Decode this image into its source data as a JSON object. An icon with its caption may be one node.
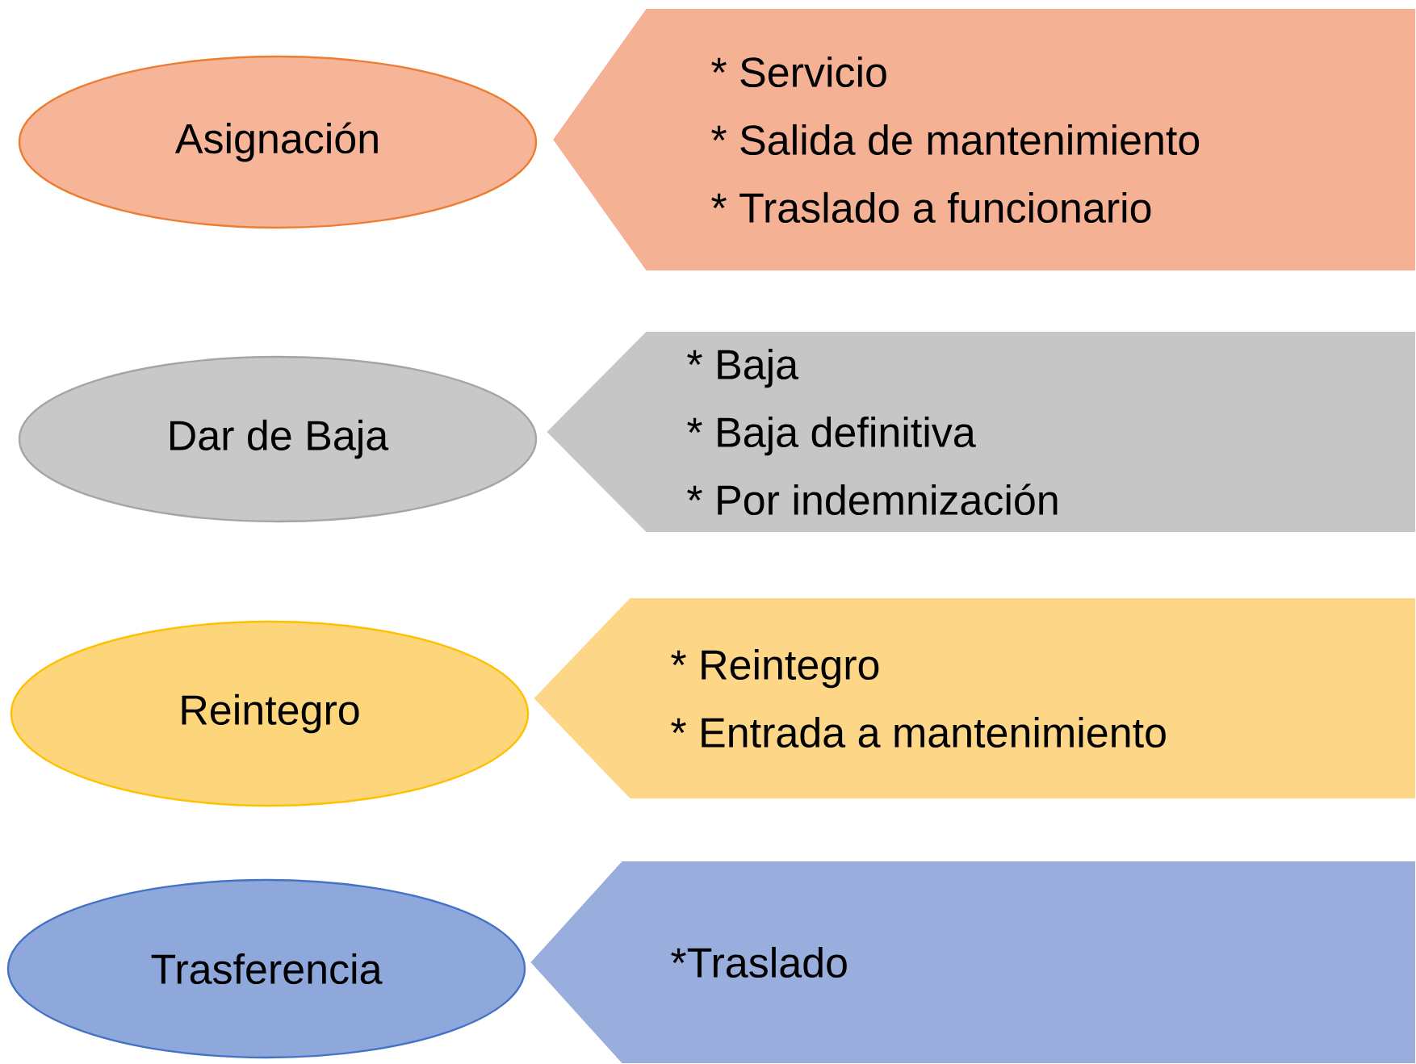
{
  "diagram": {
    "nodes": [
      {
        "text": [
          "Asignación"
        ]
      },
      {
        "text": [
          "* Servicio",
          "* Salida de mantenimiento",
          "* Traslado a funcionario"
        ]
      },
      {
        "text": [
          "Dar de Baja"
        ]
      },
      {
        "text": [
          "* Baja",
          "* Baja definitiva",
          "* Por indemnización"
        ]
      },
      {
        "text": [
          "Reintegro"
        ]
      },
      {
        "text": [
          "* Reintegro",
          "* Entrada a mantenimiento"
        ]
      },
      {
        "text": [
          "Trasferencia"
        ]
      },
      {
        "text": [
          "*Traslado"
        ]
      }
    ]
  }
}
